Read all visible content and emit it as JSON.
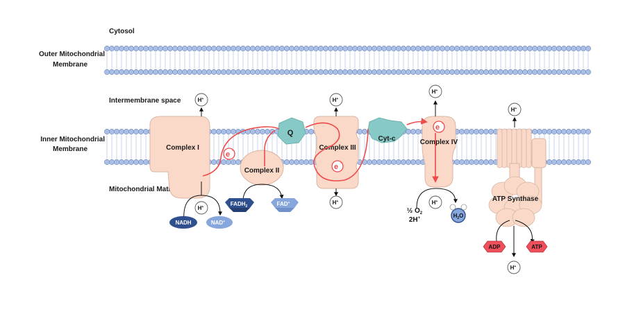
{
  "labels": {
    "cytosol": "Cytosol",
    "outer_membrane_1": "Outer Mitochondrial",
    "outer_membrane_2": "Membrane",
    "intermembrane": "Intermembrane space",
    "inner_membrane_1": "Inner Mitochondrial",
    "inner_membrane_2": "Membrane",
    "matrix": "Mitochondrial Matrix"
  },
  "complexes": {
    "c1": "Complex I",
    "c2": "Complex II",
    "c3": "Complex III",
    "c4": "Complex IV",
    "q": "Q",
    "cytc": "Cyt-c",
    "atp_synthase": "ATP Synthase"
  },
  "molecules": {
    "proton": "H",
    "proton_sup": "+",
    "electron": "e",
    "electron_sup": "-",
    "nadh": "NADH",
    "nad": "NAD",
    "nad_sup": "+",
    "fadh": "FADH",
    "fadh_sub": "2",
    "fad": "FAD",
    "fad_sup": "+",
    "half": "½ O",
    "half_sub": "2",
    "two_h": "2H",
    "two_h_sup": "+",
    "water_h": "H",
    "water_sub": "2",
    "water_o": "O",
    "adp": "ADP",
    "atp": "ATP"
  },
  "colors": {
    "membrane_head": "#a9bfe6",
    "membrane_head_stroke": "#6d86b8",
    "membrane_tail": "#c9d6ee",
    "complex_fill": "#fbd9c8",
    "complex_stroke": "#d8b6a6",
    "electron_path": "#ee4b4b",
    "q_fill": "#86c9c6",
    "dark_blue": "#2f4f8f",
    "light_blue": "#86a6dc",
    "red_hex": "#ef4e5b"
  }
}
